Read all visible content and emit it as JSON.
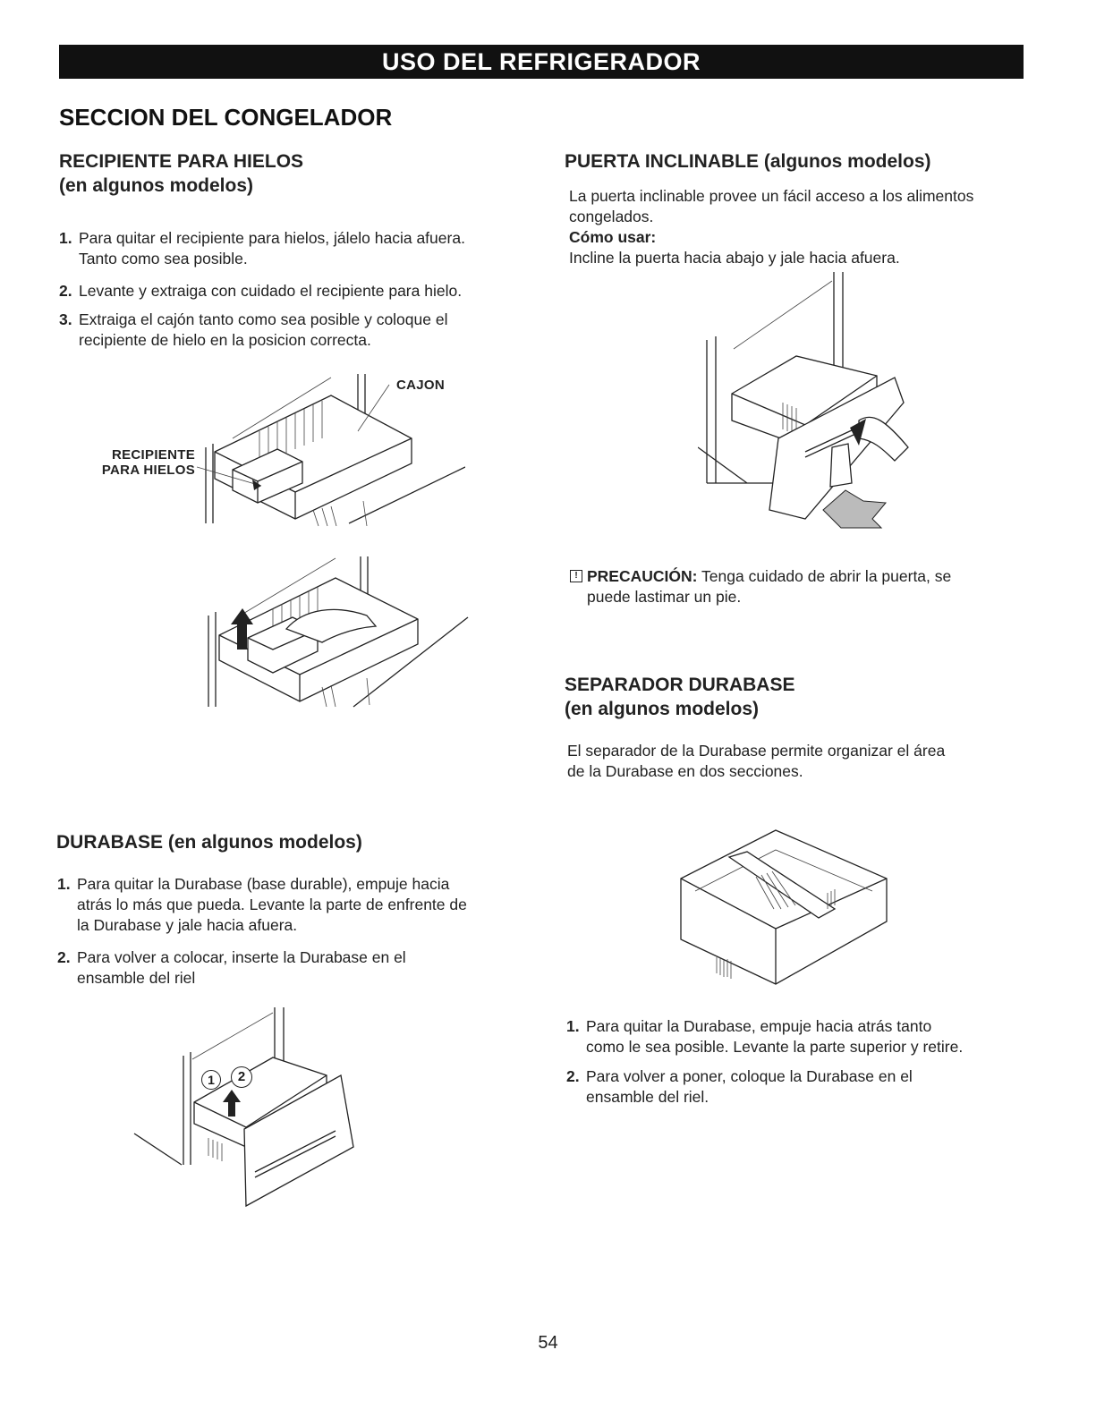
{
  "header": {
    "banner": "USO DEL REFRIGERADOR"
  },
  "section_title": "SECCION DEL CONGELADOR",
  "ice_bin": {
    "title_line1": "RECIPIENTE PARA HIELOS",
    "title_line2": "(en algunos modelos)",
    "steps": [
      {
        "num": "1.",
        "line1": "Para quitar el recipiente para hielos, jálelo hacia afuera.",
        "line2": "Tanto como sea posible."
      },
      {
        "num": "2.",
        "line1": "Levante y extraiga con cuidado el recipiente para hielo."
      },
      {
        "num": "3.",
        "line1": "Extraiga el cajón tanto como sea posible y coloque el",
        "line2": "recipiente de hielo en la posicion correcta."
      }
    ],
    "label_drawer": "CAJON",
    "label_bin_line1": "RECIPIENTE",
    "label_bin_line2": "PARA HIELOS"
  },
  "tilt_door": {
    "title": "PUERTA INCLINABLE (algunos modelos)",
    "desc_line1": "La puerta inclinable provee un fácil acceso a los alimentos",
    "desc_line2": "congelados.",
    "how_label": "Cómo usar:",
    "how_text": "Incline la puerta hacia abajo y jale hacia afuera.",
    "caution_label": "PRECAUCIÓN:",
    "caution_text_line1": "Tenga cuidado de abrir la puerta, se",
    "caution_text_line2": "puede lastimar un pie."
  },
  "separator": {
    "title_line1": "SEPARADOR DURABASE",
    "title_line2": "(en algunos modelos)",
    "desc_line1": "El separador de la Durabase permite organizar el área",
    "desc_line2": "de la Durabase en dos secciones.",
    "steps": [
      {
        "num": "1.",
        "line1": "Para quitar la Durabase, empuje hacia atrás tanto",
        "line2": "como le sea posible. Levante la parte superior y retire."
      },
      {
        "num": "2.",
        "line1": "Para volver a poner, coloque la Durabase en el",
        "line2": "ensamble del riel."
      }
    ]
  },
  "durabase": {
    "title": "DURABASE (en algunos modelos)",
    "steps": [
      {
        "num": "1.",
        "line1": "Para quitar la Durabase (base durable), empuje hacia",
        "line2": "atrás lo más que pueda. Levante la parte de enfrente de",
        "line3": "la Durabase y jale hacia afuera."
      },
      {
        "num": "2.",
        "line1": "Para volver a colocar, inserte la Durabase en el",
        "line2": "ensamble del riel"
      }
    ],
    "marker_1": "1",
    "marker_2": "2"
  },
  "page_number": "54"
}
